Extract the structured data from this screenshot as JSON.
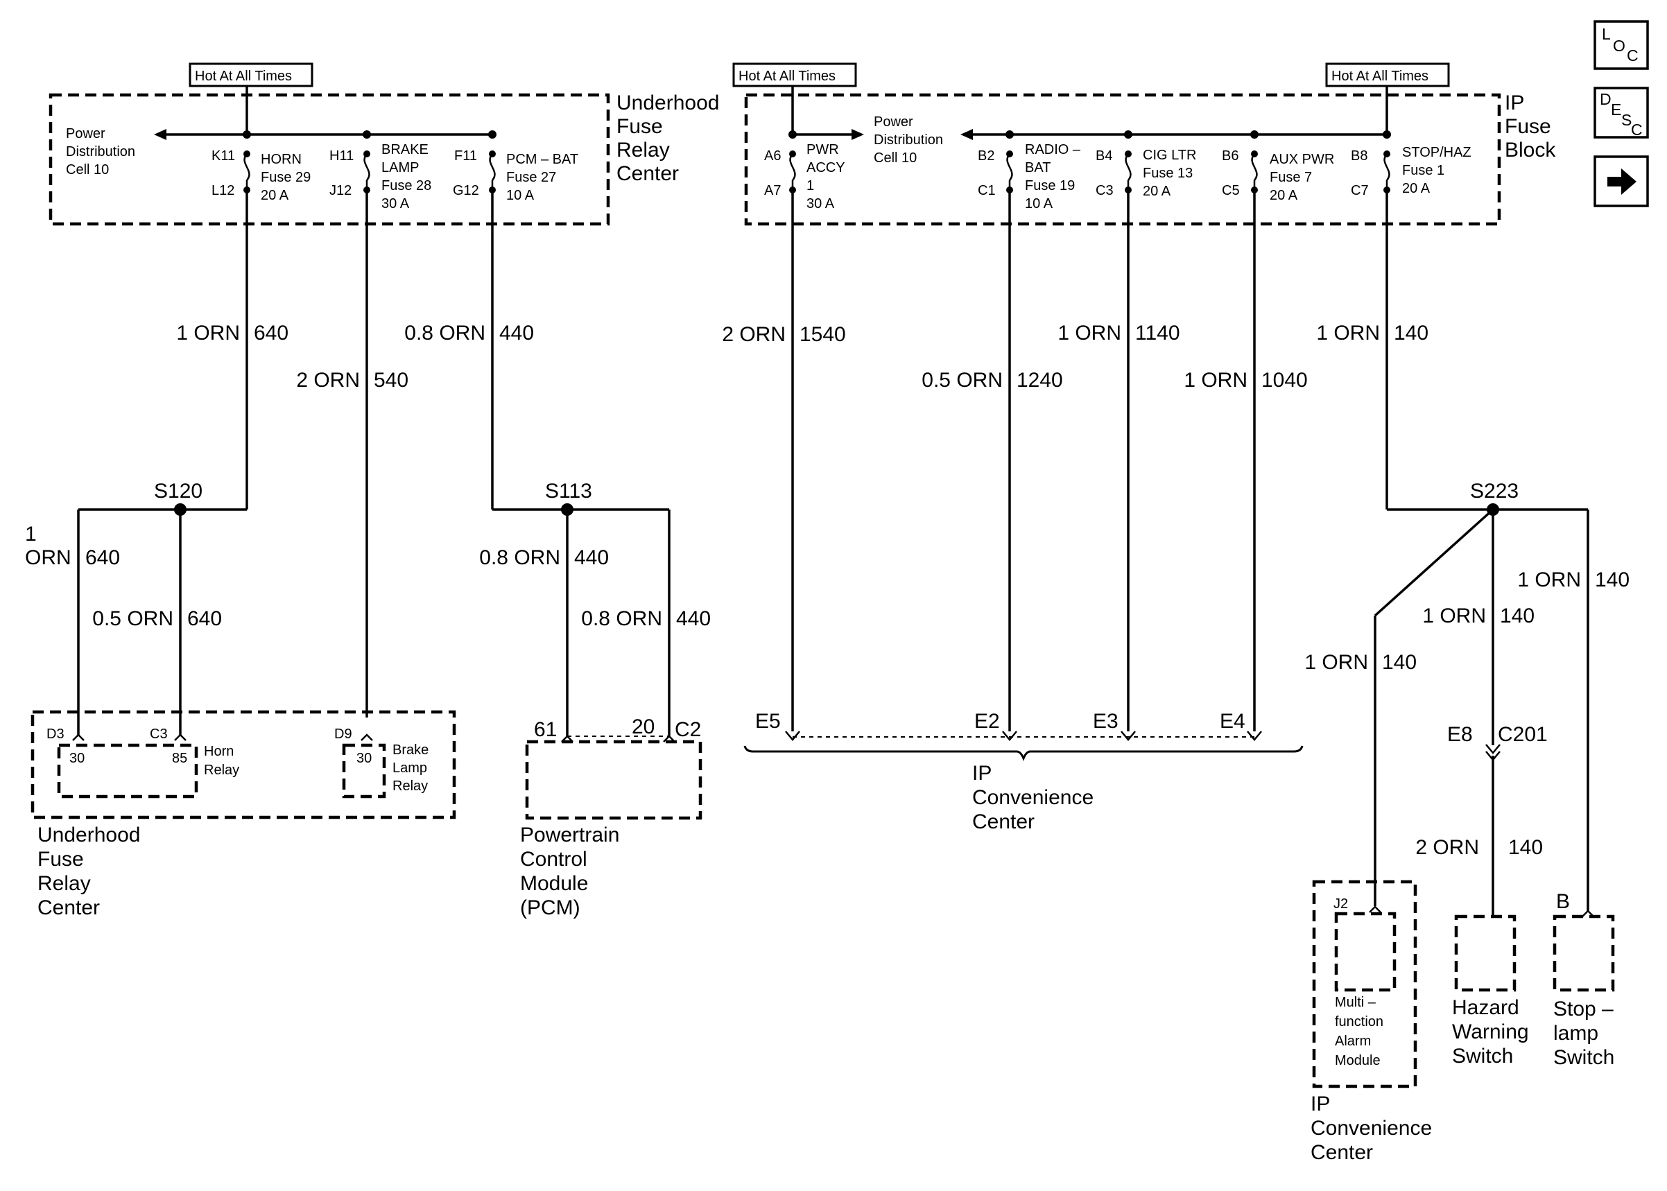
{
  "hot_labels": [
    "Hot At All Times",
    "Hot At All Times",
    "Hot At All Times"
  ],
  "underhood_title": [
    "Underhood",
    "Fuse",
    "Relay",
    "Center"
  ],
  "ip_block_title": [
    "IP",
    "Fuse",
    "Block"
  ],
  "power_dist": [
    "Power",
    "Distribution",
    "Cell 10"
  ],
  "fuses": {
    "horn": {
      "top_pin": "K11",
      "bot_pin": "L12",
      "lines": [
        "HORN",
        "Fuse 29",
        "20 A"
      ]
    },
    "brake": {
      "top_pin": "H11",
      "bot_pin": "J12",
      "lines": [
        "BRAKE",
        "LAMP",
        "Fuse 28",
        "30 A"
      ]
    },
    "pcm": {
      "top_pin": "F11",
      "bot_pin": "G12",
      "lines": [
        "PCM – BAT",
        "Fuse 27",
        "10 A"
      ]
    },
    "pwr": {
      "top_pin": "A6",
      "bot_pin": "A7",
      "lines": [
        "PWR",
        "ACCY",
        "1",
        "30 A"
      ]
    },
    "radio": {
      "top_pin": "B2",
      "bot_pin": "C1",
      "lines": [
        "RADIO –",
        "BAT",
        "Fuse 19",
        "10 A"
      ]
    },
    "cig": {
      "top_pin": "B4",
      "bot_pin": "C3",
      "lines": [
        "CIG LTR",
        "Fuse 13",
        "20 A"
      ]
    },
    "aux": {
      "top_pin": "B6",
      "bot_pin": "C5",
      "lines": [
        "AUX PWR",
        "Fuse 7",
        "20 A"
      ]
    },
    "stop": {
      "top_pin": "B8",
      "bot_pin": "C7",
      "lines": [
        "STOP/HAZ",
        "Fuse 1",
        "20 A"
      ]
    }
  },
  "wires": {
    "w640_top": {
      "size": "1 ORN",
      "circuit": "640"
    },
    "w540": {
      "size": "2 ORN",
      "circuit": "540"
    },
    "w440_top": {
      "size": "0.8 ORN",
      "circuit": "440"
    },
    "w1540": {
      "size": "2 ORN",
      "circuit": "1540"
    },
    "w1240": {
      "size": "0.5 ORN",
      "circuit": "1240"
    },
    "w1140": {
      "size": "1 ORN",
      "circuit": "1140"
    },
    "w1040": {
      "size": "1 ORN",
      "circuit": "1040"
    },
    "w140_top": {
      "size": "1 ORN",
      "circuit": "140"
    },
    "w640_left": {
      "size_a": "1",
      "size_b": "ORN",
      "circuit": "640"
    },
    "w640_mid": {
      "size": "0.5 ORN",
      "circuit": "640"
    },
    "w440_left": {
      "size": "0.8 ORN",
      "circuit": "440"
    },
    "w440_right": {
      "size": "0.8 ORN",
      "circuit": "440"
    },
    "w140_diag": {
      "size": "1 ORN",
      "circuit": "140"
    },
    "w140_mid": {
      "size": "1 ORN",
      "circuit": "140"
    },
    "w140_right": {
      "size": "1 ORN",
      "circuit": "140"
    },
    "w140_bot": {
      "size": "2 ORN",
      "circuit": "140"
    }
  },
  "splices": {
    "s120": "S120",
    "s113": "S113",
    "s223": "S223"
  },
  "relay_box": {
    "horn_pins": [
      "D3",
      "C3"
    ],
    "horn_terms": [
      "30",
      "85"
    ],
    "horn_label": [
      "Horn",
      "Relay"
    ],
    "brake_pin": "D9",
    "brake_term": "30",
    "brake_label": [
      "Brake",
      "Lamp",
      "Relay"
    ],
    "caption": [
      "Underhood",
      "Fuse",
      "Relay",
      "Center"
    ]
  },
  "pcm_box": {
    "pins": [
      "61",
      "20"
    ],
    "connector": "C2",
    "caption": [
      "Powertrain",
      "Control",
      "Module",
      "(PCM)"
    ]
  },
  "ipcc": {
    "pins": [
      "E5",
      "E2",
      "E3",
      "E4"
    ],
    "caption": [
      "IP",
      "Convenience",
      "Center"
    ]
  },
  "c201": {
    "pin": "E8",
    "connector": "C201"
  },
  "alarm": {
    "pin": "J2",
    "label": [
      "Multi –",
      "function",
      "Alarm",
      "Module"
    ],
    "caption": [
      "IP",
      "Convenience",
      "Center"
    ]
  },
  "hazard": {
    "caption": [
      "Hazard",
      "Warning",
      "Switch"
    ]
  },
  "stoplamp": {
    "pin": "B",
    "caption": [
      "Stop –",
      "lamp",
      "Switch"
    ]
  },
  "nav": {
    "loc": [
      "L",
      "O",
      "C"
    ],
    "desc": [
      "D",
      "E",
      "S",
      "C"
    ],
    "next": "next-arrow-icon"
  }
}
